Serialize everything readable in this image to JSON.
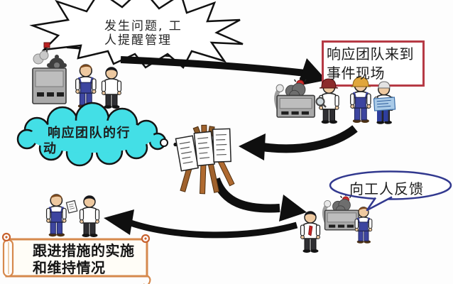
{
  "callouts": {
    "burst": {
      "shape": "jagged-speech-burst",
      "lines": [
        "发生问题, 工",
        "人提醒管理"
      ]
    },
    "arrive_box": {
      "shape": "red-rectangle",
      "lines": [
        "响应团队来到",
        "事件现场"
      ]
    },
    "action_cloud": {
      "shape": "thought-cloud",
      "lines": [
        "响应团队的行",
        "动"
      ]
    },
    "feedback_bubble": {
      "shape": "oval-speech-bubble",
      "lines": [
        "向工人反馈"
      ]
    },
    "followup_scroll": {
      "shape": "scroll-banner",
      "lines": [
        "跟进措施的实施",
        "和维持情况"
      ]
    }
  },
  "colors": {
    "cloud_fill": "#43dfe6",
    "arrive_box_border": "#b63a45",
    "feedback_bubble_border": "#32398f",
    "scroll_border": "#d6894d",
    "scroll_curl": "#c8622e",
    "arrow": "#0f0f0f"
  },
  "scenes": [
    {
      "name": "problem-report",
      "figures": [
        "machine",
        "worker",
        "manager"
      ]
    },
    {
      "name": "team-arrives",
      "figures": [
        "machine-alarm",
        "inspector-with-magnifier",
        "worker-hardhat",
        "engineer-blueprint"
      ]
    },
    {
      "name": "team-action",
      "figures": [
        "flipchart-easel"
      ]
    },
    {
      "name": "feedback",
      "figures": [
        "manager-tie",
        "machine-alarm",
        "worker"
      ]
    },
    {
      "name": "follow-up",
      "figures": [
        "worker",
        "manager",
        "document"
      ]
    }
  ],
  "flow_order": [
    "problem-report",
    "team-arrives",
    "team-action",
    "feedback",
    "follow-up"
  ]
}
